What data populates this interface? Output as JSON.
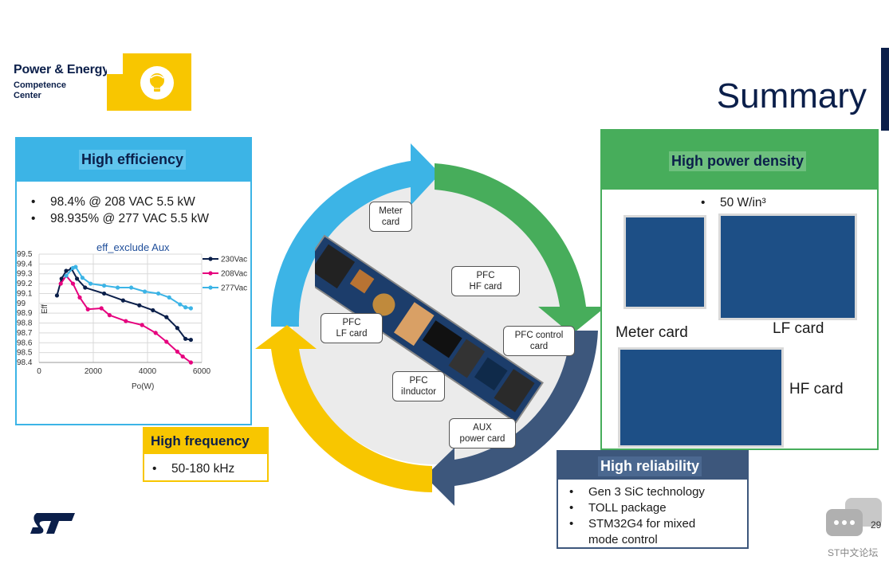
{
  "header": {
    "brand_title": "Power & Energy",
    "brand_sub_1": "Competence",
    "brand_sub_2": "Center",
    "page_title": "Summary"
  },
  "high_efficiency": {
    "title": "High efficiency",
    "bullets": [
      "98.4% @ 208 VAC 5.5 kW",
      "98.935% @ 277 VAC 5.5 kW"
    ]
  },
  "high_frequency": {
    "title": "High frequency",
    "bullets": [
      "50-180 kHz"
    ]
  },
  "high_power_density": {
    "title": "High power density",
    "bullet": "50 W/in³",
    "cards": [
      "Meter card",
      "LF card",
      "HF card"
    ]
  },
  "high_reliability": {
    "title": "High reliability",
    "bullets": [
      "Gen 3 SiC technology",
      "TOLL package",
      "STM32G4 for mixed mode control"
    ]
  },
  "callouts": {
    "meter": [
      "Meter",
      "card"
    ],
    "pfc_hf": [
      "PFC",
      "HF card"
    ],
    "pfc_lf": [
      "PFC",
      "LF card"
    ],
    "pfc_control": [
      "PFC control",
      "card"
    ],
    "pfc_inductor": [
      "PFC",
      "iInductor"
    ],
    "aux": [
      "AUX",
      "power card"
    ]
  },
  "colors": {
    "blue": "#3cb4e6",
    "green": "#47ad5b",
    "navy": "#3d577c",
    "yellow": "#f8c600"
  },
  "footer": {
    "page_number": "29",
    "watermark": "ST中文论坛"
  },
  "chart_data": {
    "type": "line",
    "title": "eff_exclude Aux",
    "xlabel": "Po(W)",
    "ylabel": "Eff",
    "xlim": [
      0,
      6000
    ],
    "ylim": [
      98.4,
      99.5
    ],
    "x_ticks": [
      "0",
      "2000",
      "4000",
      "6000"
    ],
    "y_ticks": [
      "98.4",
      "98.5",
      "98.6",
      "98.7",
      "98.8",
      "98.9",
      "99",
      "99.1",
      "99.2",
      "99.3",
      "99.4",
      "99.5"
    ],
    "legend_position": "top-right",
    "series": [
      {
        "name": "230Vac",
        "color": "#0b1f4a",
        "points": [
          [
            660,
            99.08
          ],
          [
            830,
            99.25
          ],
          [
            1000,
            99.33
          ],
          [
            1200,
            99.35
          ],
          [
            1400,
            99.25
          ],
          [
            1700,
            99.16
          ],
          [
            2400,
            99.1
          ],
          [
            3100,
            99.03
          ],
          [
            3700,
            98.98
          ],
          [
            4200,
            98.93
          ],
          [
            4700,
            98.86
          ],
          [
            5100,
            98.75
          ],
          [
            5400,
            98.64
          ],
          [
            5600,
            98.63
          ]
        ]
      },
      {
        "name": "208Vac",
        "color": "#e6007e",
        "points": [
          [
            800,
            99.2
          ],
          [
            1000,
            99.28
          ],
          [
            1250,
            99.2
          ],
          [
            1500,
            99.06
          ],
          [
            1800,
            98.94
          ],
          [
            2300,
            98.95
          ],
          [
            2600,
            98.88
          ],
          [
            3200,
            98.82
          ],
          [
            3800,
            98.78
          ],
          [
            4300,
            98.7
          ],
          [
            4700,
            98.61
          ],
          [
            5100,
            98.51
          ],
          [
            5300,
            98.46
          ],
          [
            5600,
            98.4
          ]
        ]
      },
      {
        "name": "277Vac",
        "color": "#3cb4e6",
        "points": [
          [
            1000,
            99.28
          ],
          [
            1250,
            99.36
          ],
          [
            1350,
            99.37
          ],
          [
            1600,
            99.26
          ],
          [
            1900,
            99.2
          ],
          [
            2400,
            99.18
          ],
          [
            2900,
            99.16
          ],
          [
            3400,
            99.16
          ],
          [
            3900,
            99.12
          ],
          [
            4400,
            99.1
          ],
          [
            4800,
            99.06
          ],
          [
            5200,
            98.99
          ],
          [
            5400,
            98.96
          ],
          [
            5600,
            98.95
          ]
        ]
      }
    ]
  }
}
